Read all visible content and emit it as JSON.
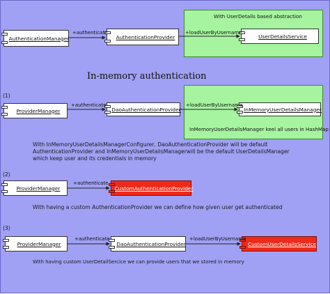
{
  "top": {
    "frame_title": "With UserDetails based abstraction",
    "authentication_manager": "AuthenticationManager",
    "authenticate_label": "+authenticate",
    "authentication_provider": "AuthenticationProvider",
    "load_label": "+loadUserByUsername",
    "user_details_service": "UserDetailsService"
  },
  "heading": "In-memory authentication",
  "scenario1": {
    "number": "(1)",
    "provider_manager": "ProviderManager",
    "authenticate_label": "+authenticate",
    "dao_provider": "DaoAuthenticationProvider",
    "load_label": "+loadUserByUsername",
    "inmemory_manager": "InMemoryUserDetailsManager",
    "frame_note": "InMemoryUserDetailsManager keel all users in HashMap",
    "note_lines": [
      "With InMemoryUserDetailsManagerConfigurer, DaoAuthenticationProvider will be default",
      "AuthenticationProvider and InMemoryUserDetailsManagerwill be the default UserDetailsManager",
      "which keep user and its credentials in memory"
    ]
  },
  "scenario2": {
    "number": "(2)",
    "provider_manager": "ProviderManager",
    "authenticate_label": "+authenticate",
    "custom_provider": "CustomAuthenticationProvider",
    "note": "With having a custom AuthenticationProvider we can define how given user get authenticated"
  },
  "scenario3": {
    "number": "(3)",
    "provider_manager": "ProviderManager",
    "authenticate_label": "+authenticate",
    "dao_provider": "DaoAuthenticationProvider",
    "load_label": "+loadUserByUsername",
    "custom_service": "CustomUserDetailsService",
    "note": "With having custom UserDetailSercice we can provide users that we stored in memory"
  },
  "colors": {
    "background": "#a0a0f4",
    "frame": "#a6f3a0",
    "custom_component": "#ee2a1a"
  }
}
